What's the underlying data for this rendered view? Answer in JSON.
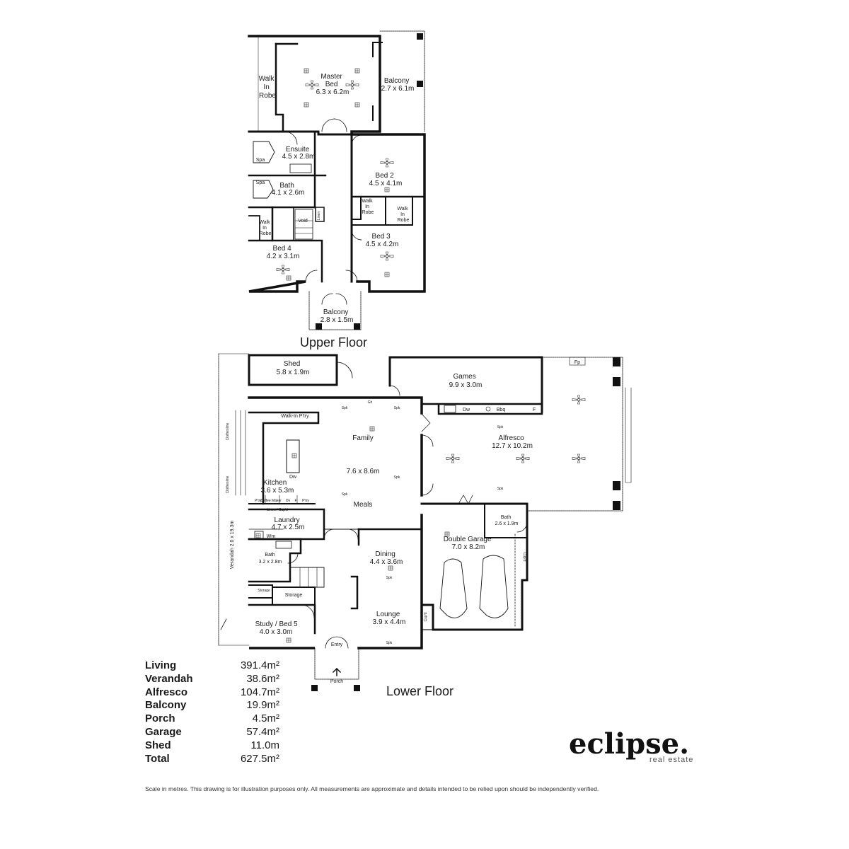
{
  "floors": {
    "upper_title": "Upper Floor",
    "lower_title": "Lower Floor"
  },
  "rooms": {
    "walk_in_robe_master": [
      "Walk",
      "In",
      "Robe"
    ],
    "master_bed": [
      "Master",
      "Bed",
      "6.3 x 6.2m"
    ],
    "balcony_upper": [
      "Balcony",
      "2.7 x 6.1m"
    ],
    "ensuite": [
      "Ensuite",
      "4.5 x 2.8m"
    ],
    "spa_ensuite": "Spa",
    "spa_bath": "Spa",
    "bath_upper": [
      "Bath",
      "4.1 x 2.6m"
    ],
    "bed2": [
      "Bed 2",
      "4.5 x 4.1m"
    ],
    "void": "Void",
    "linen": "Linen",
    "walk_in_robe_bed2": [
      "Walk",
      "In",
      "Robe"
    ],
    "walk_in_robe_bed3": [
      "Walk",
      "In",
      "Robe"
    ],
    "walk_in_robe_bed4": [
      "Walk",
      "In",
      "Robe"
    ],
    "bed3": [
      "Bed 3",
      "4.5 x 4.2m"
    ],
    "bed4": [
      "Bed 4",
      "4.2 x 3.1m"
    ],
    "balcony_front": [
      "Balcony",
      "2.8 x 1.5m"
    ],
    "shed": [
      "Shed",
      "5.8 x 1.9m"
    ],
    "games": [
      "Games",
      "9.9 x 3.0m"
    ],
    "fp": "Fp",
    "walk_in_pantry": "Walk-In P'try",
    "family": "Family",
    "family_dims": "7.6 x 8.6m",
    "meals": "Meals",
    "kitchen": [
      "Kitchen",
      "3.6 x 5.3m"
    ],
    "alfresco": [
      "Alfresco",
      "12.7 x 10.2m"
    ],
    "laundry": [
      "Laundry",
      "4.7 x 2.5m"
    ],
    "linen_cupd": "Linen / Cup'd",
    "bath_lower": [
      "Bath",
      "3.2 x 2.8m"
    ],
    "bath_garage": [
      "Bath",
      "2.6 x 1.9m"
    ],
    "double_garage": [
      "Double Garage",
      "7.0 x 8.2m"
    ],
    "dining": [
      "Dining",
      "4.4 x 3.6m"
    ],
    "lounge": [
      "Lounge",
      "3.9 x 4.4m"
    ],
    "storage_small": "Storage",
    "storage": "Storage",
    "study": [
      "Study / Bed 5",
      "4.0 x 3.0m"
    ],
    "entry": "Entry",
    "porch": "Porch",
    "verandah": "Verandah 2.0 x 19.3m",
    "clothesline1": "Clothesline",
    "clothesline2": "Clothesline",
    "cupd_garage": "Cup'd",
    "cupd_garage2": "Cup'd",
    "wm": "Wm",
    "fixtures": {
      "spk": "Spk",
      "gh": "Gh",
      "dw": "Dw",
      "bbq": "Bbq",
      "f": "F",
      "ptry": "P'try",
      "coffee_maker": "Coffee Maker",
      "ov": "Ov"
    }
  },
  "areas": [
    {
      "name": "Living",
      "value": "391.4m²"
    },
    {
      "name": "Verandah",
      "value": "38.6m²"
    },
    {
      "name": "Alfresco",
      "value": "104.7m²"
    },
    {
      "name": "Balcony",
      "value": "19.9m²"
    },
    {
      "name": "Porch",
      "value": "4.5m²"
    },
    {
      "name": "Garage",
      "value": "57.4m²"
    },
    {
      "name": "Shed",
      "value": "11.0m"
    },
    {
      "name": "Total",
      "value": "627.5m²"
    }
  ],
  "logo": {
    "name": "eclipse.",
    "tagline": "real estate"
  },
  "disclaimer": "Scale in metres. This drawing is for illustration purposes only. All measurements are approximate and details intended to be relied upon should be independently verified."
}
